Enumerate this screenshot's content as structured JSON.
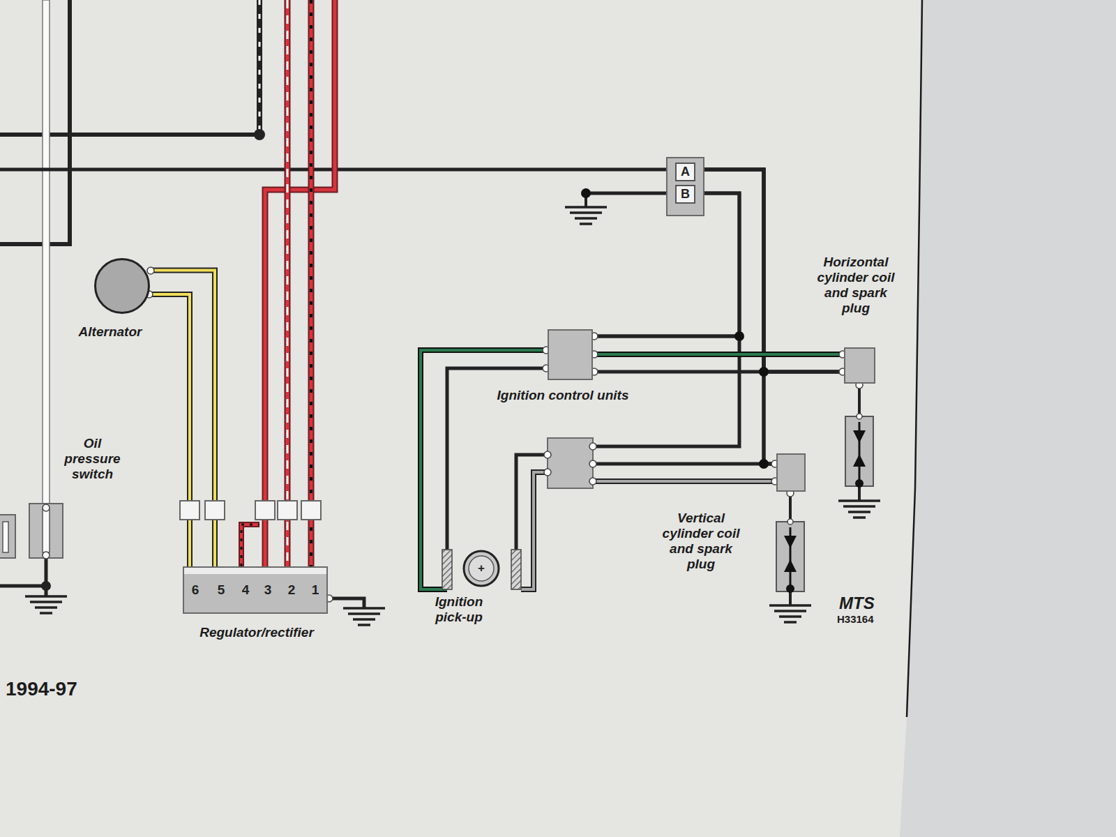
{
  "diagram": {
    "nodes": [
      {
        "text": [
          "A",
          "B"
        ]
      },
      {
        "text": [
          "Alternator"
        ]
      },
      {
        "text": [
          "Horizontal cylinder coil and spark plug"
        ]
      },
      {
        "text": [
          "Ignition control units"
        ]
      },
      {
        "text": [
          "Oil pressure switch"
        ]
      },
      {
        "text": [
          "Vertical cylinder coil and spark plug"
        ]
      },
      {
        "text": [
          "6",
          "5",
          "4",
          "3",
          "2",
          "1",
          "Regulator/rectifier"
        ]
      },
      {
        "text": [
          "+",
          "Ignition pick-up"
        ]
      }
    ],
    "edges": [
      {
        "from": 1,
        "to": 6,
        "arrow": "none"
      },
      {
        "from": 0,
        "to": 3,
        "arrow": "none"
      },
      {
        "from": 0,
        "to": 2,
        "arrow": "none"
      },
      {
        "from": 0,
        "to": 5,
        "arrow": "none"
      },
      {
        "from": 3,
        "to": 2,
        "arrow": "none"
      },
      {
        "from": 7,
        "to": 3,
        "arrow": "none"
      }
    ],
    "labels": [
      "1994-97",
      "MTS",
      "H33164"
    ]
  }
}
